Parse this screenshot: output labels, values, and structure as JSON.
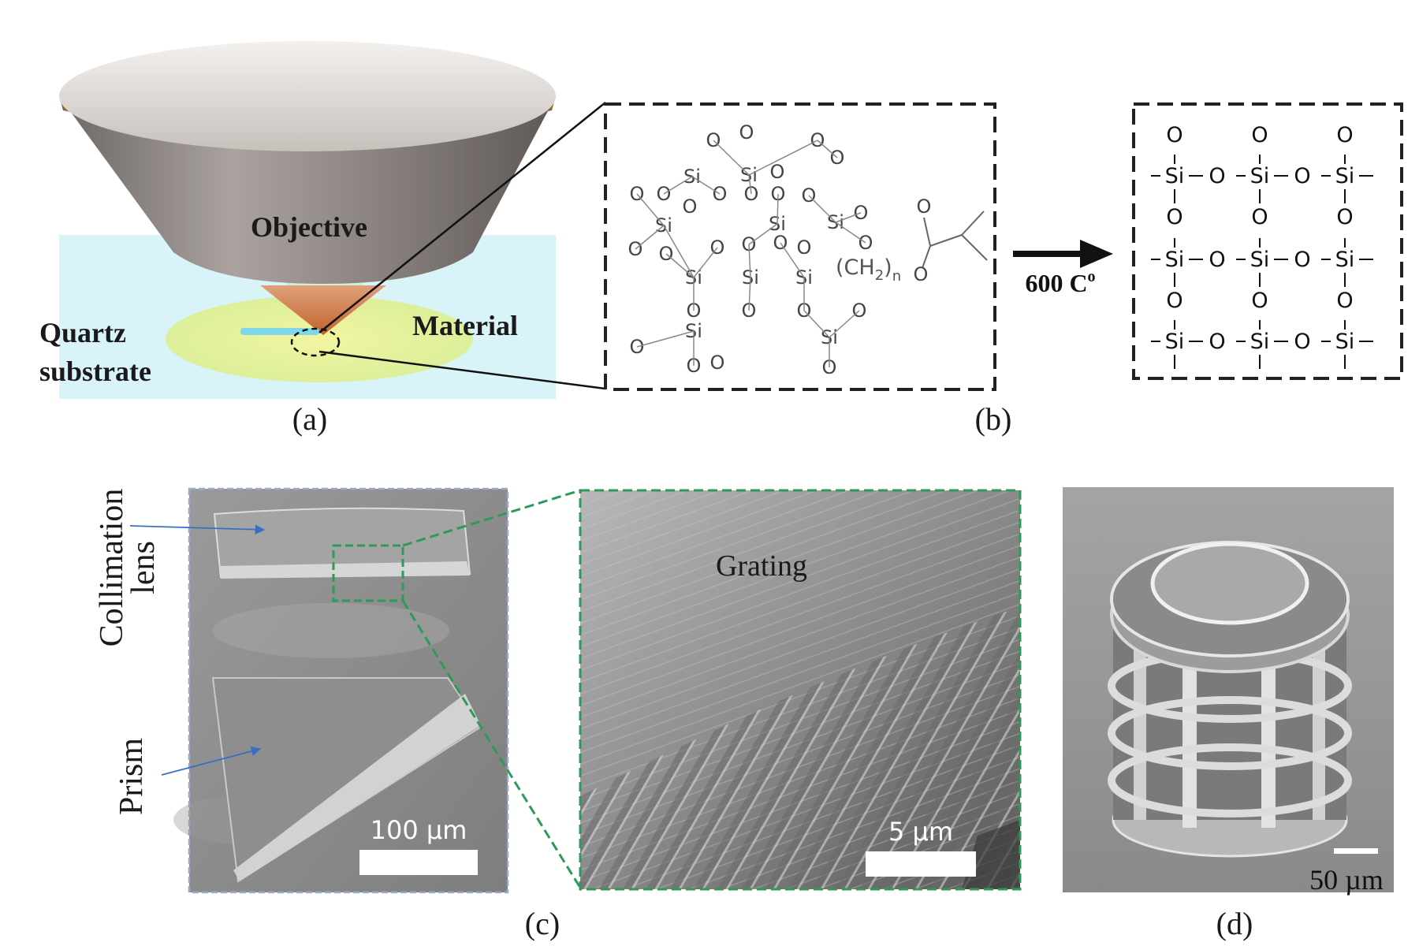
{
  "panel_a": {
    "objective_label": "Objective",
    "material_label": "Material",
    "substrate_label_line1": "Quartz",
    "substrate_label_line2": "substrate",
    "caption": "(a)"
  },
  "panel_b": {
    "arrow_label": "600 C",
    "arrow_label_sup": "o",
    "caption": "(b)",
    "chain_label": "(CH",
    "chain_sub": "2",
    "chain_n": "n",
    "atom_si": "Si",
    "atom_o": "O"
  },
  "panel_c": {
    "collimation_line1": "Collimation",
    "collimation_line2": "lens",
    "prism_label": "Prism",
    "scale_left": "100 µm",
    "grating_label": "Grating",
    "scale_right": "5 µm",
    "caption": "(c)"
  },
  "panel_d": {
    "scale": "50 µm",
    "caption": "(d)"
  },
  "colors": {
    "dashed_frame": "#222222",
    "green_frame": "#2e9a5a",
    "blue_frame": "#9aaad0",
    "annotation_arrow": "#3a6fc4",
    "sem_gray": "#8c8c8c"
  }
}
